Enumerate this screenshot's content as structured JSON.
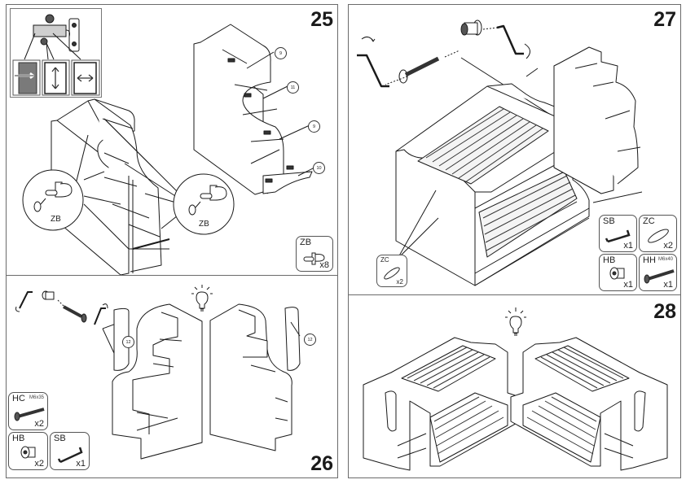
{
  "document": {
    "type": "furniture assembly instructions",
    "steps": [
      {
        "number": "25",
        "part_callouts": [
          "9",
          "11",
          "9",
          "10"
        ],
        "detail_labels": [
          "ZB",
          "ZB"
        ],
        "hardware": [
          {
            "code": "ZB",
            "spec": "",
            "qty": "x8",
            "icon": "shelf-support-pin-icon"
          }
        ],
        "inset": {
          "icon": "concealed-hinge-adjustment-icon",
          "adjustments": [
            "depth-adjust-icon",
            "vertical-adjust-icon",
            "horizontal-adjust-icon"
          ]
        }
      },
      {
        "number": "26",
        "part_callouts": [
          "12",
          "12"
        ],
        "tip_icon": "lightbulb-icon",
        "hardware": [
          {
            "code": "HC",
            "spec": "M6x35",
            "qty": "x2",
            "icon": "bolt-icon"
          },
          {
            "code": "HB",
            "spec": "",
            "qty": "x2",
            "icon": "barrel-nut-icon"
          },
          {
            "code": "SB",
            "spec": "",
            "qty": "x1",
            "icon": "allen-key-icon"
          }
        ]
      },
      {
        "number": "27",
        "hardware": [
          {
            "code": "SB",
            "spec": "",
            "qty": "x1",
            "icon": "allen-key-icon"
          },
          {
            "code": "ZC",
            "spec": "",
            "qty": "x2",
            "icon": "dowel-icon"
          },
          {
            "code": "HB",
            "spec": "",
            "qty": "x1",
            "icon": "barrel-nut-icon"
          },
          {
            "code": "HH",
            "spec": "M6x40",
            "qty": "x1",
            "icon": "bolt-icon"
          }
        ],
        "detail_hardware": {
          "code": "ZC",
          "qty": "x2",
          "icon": "dowel-icon"
        }
      },
      {
        "number": "28",
        "tip_icon": "lightbulb-icon"
      }
    ]
  },
  "colors": {
    "line": "#1a1a1a",
    "border": "#6b6b6b",
    "panel_fill": "#ffffff",
    "shade": "#8a8a8a"
  }
}
